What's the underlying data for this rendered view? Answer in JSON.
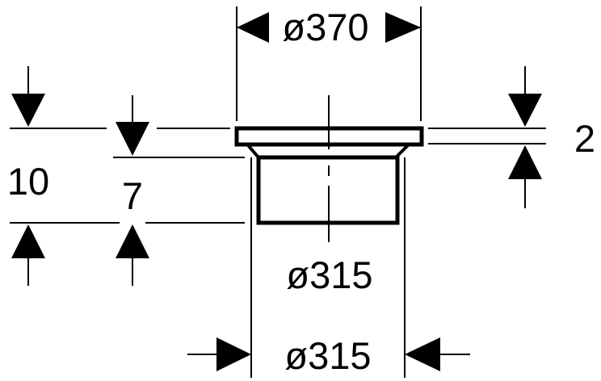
{
  "dimensions": {
    "top_diameter": "ø370",
    "overall_height": "10",
    "spigot_height": "7",
    "flange_thickness": "2",
    "inner_diameter": "ø315",
    "outer_diameter": "ø315"
  }
}
